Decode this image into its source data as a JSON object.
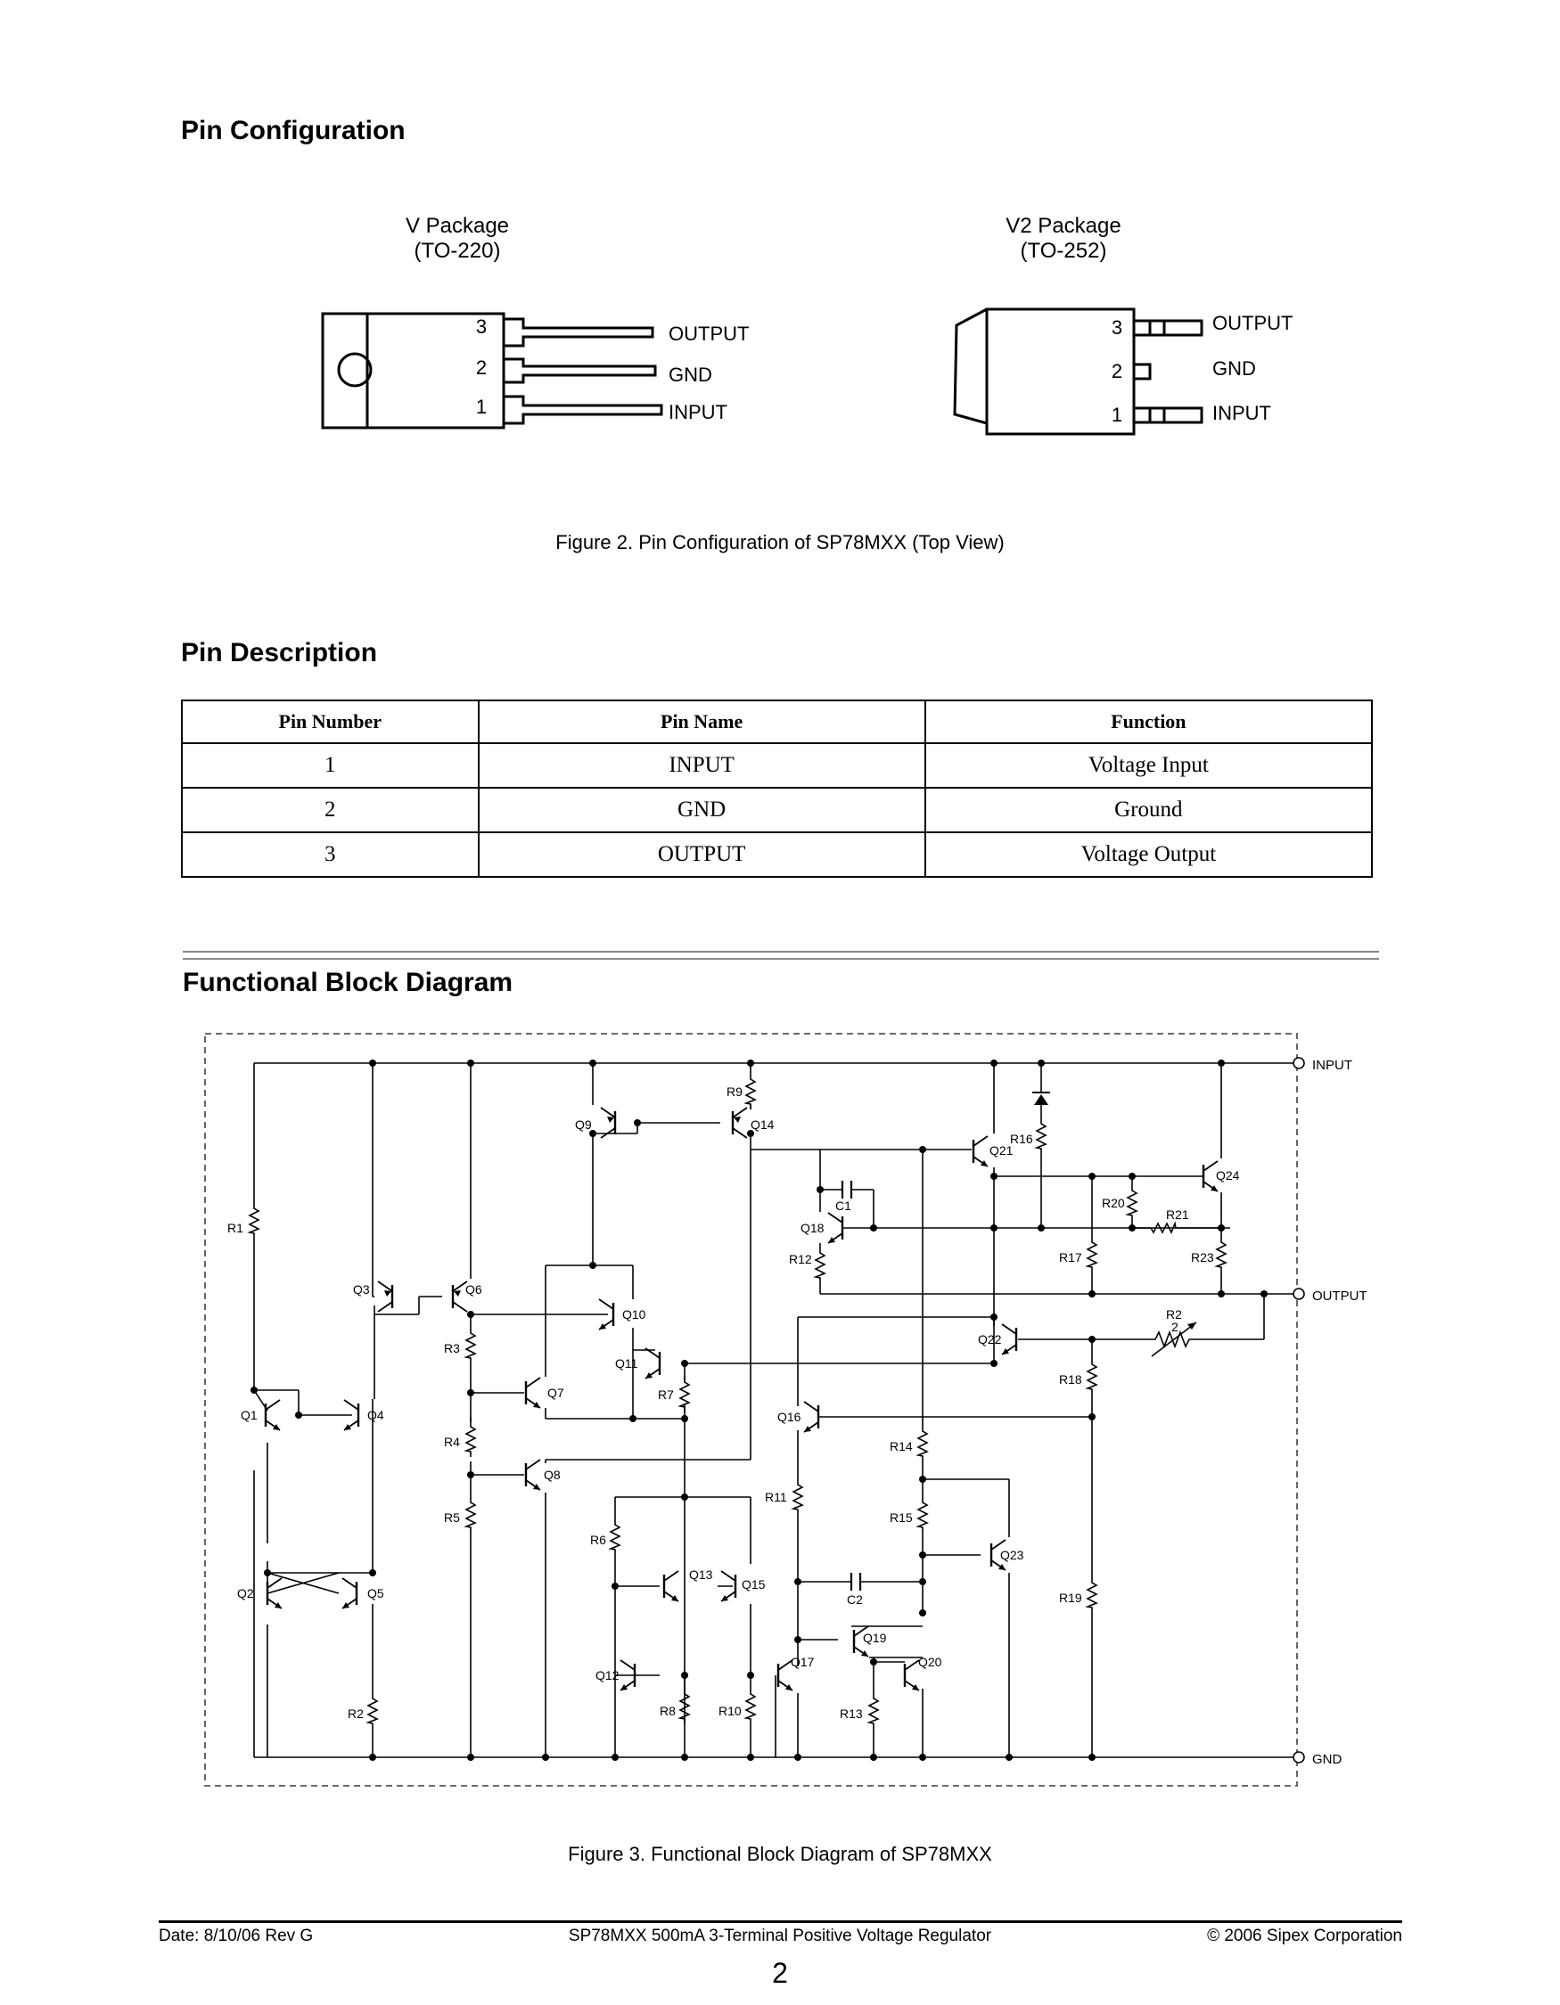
{
  "section_pin_config": "Pin Configuration",
  "v_package": {
    "line1": "V Package",
    "line2": "(TO-220)"
  },
  "v2_package": {
    "line1": "V2 Package",
    "line2": "(TO-252)"
  },
  "pins": [
    {
      "num": "3",
      "name": "OUTPUT"
    },
    {
      "num": "2",
      "name": "GND"
    },
    {
      "num": "1",
      "name": "INPUT"
    }
  ],
  "fig2_caption": "Figure 2. Pin Configuration of SP78MXX (Top View)",
  "section_pin_desc": "Pin Description",
  "pin_table": {
    "headers": [
      "Pin Number",
      "Pin Name",
      "Function"
    ],
    "rows": [
      [
        "1",
        "INPUT",
        "Voltage Input"
      ],
      [
        "2",
        "GND",
        "Ground"
      ],
      [
        "3",
        "OUTPUT",
        "Voltage Output"
      ]
    ]
  },
  "section_block": "Functional Block Diagram",
  "diagram": {
    "terminals": {
      "input": "INPUT",
      "output": "OUTPUT",
      "gnd": "GND"
    },
    "labels": {
      "R1": "R1",
      "R2": "R2",
      "R3": "R3",
      "R4": "R4",
      "R5": "R5",
      "R6": "R6",
      "R7": "R7",
      "R8": "R8",
      "R9": "R9",
      "R10": "R10",
      "R11": "R11",
      "R12": "R12",
      "R13": "R13",
      "R14": "R14",
      "R15": "R15",
      "R16": "R16",
      "R17": "R17",
      "R18": "R18",
      "R19": "R19",
      "R20": "R20",
      "R21": "R21",
      "R23": "R23",
      "R2v": "R2",
      "R2n": "2",
      "Q1": "Q1",
      "Q2": "Q2",
      "Q3": "Q3",
      "Q4": "Q4",
      "Q5": "Q5",
      "Q6": "Q6",
      "Q7": "Q7",
      "Q8": "Q8",
      "Q9": "Q9",
      "Q10": "Q10",
      "Q11": "Q11",
      "Q12": "Q12",
      "Q13": "Q13",
      "Q14": "Q14",
      "Q15": "Q15",
      "Q16": "Q16",
      "Q17": "Q17",
      "Q18": "Q18",
      "Q19": "Q19",
      "Q20": "Q20",
      "Q21": "Q21",
      "Q22": "Q22",
      "Q23": "Q23",
      "Q24": "Q24",
      "C1": "C1",
      "C2": "C2"
    }
  },
  "fig3_caption": "Figure 3. Functional Block Diagram of SP78MXX",
  "footer": {
    "left": "Date: 8/10/06  Rev G",
    "center": "SP78MXX 500mA 3-Terminal Positive Voltage Regulator",
    "right": "© 2006 Sipex Corporation",
    "page": "2"
  }
}
